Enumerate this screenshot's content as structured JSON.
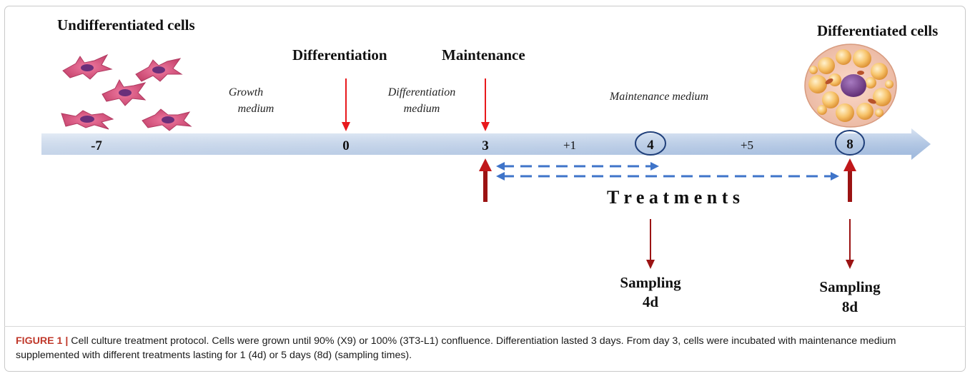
{
  "headings": {
    "undifferentiated": "Undifferentiated cells",
    "differentiation": "Differentiation",
    "maintenance": "Maintenance",
    "differentiated": "Differentiated cells"
  },
  "media": {
    "growth_line1": "Growth",
    "growth_line2": "medium",
    "diff_line1": "Differentiation",
    "diff_line2": "medium",
    "maintenance": "Maintenance medium"
  },
  "timeline": {
    "day_minus7": "-7",
    "day_0": "0",
    "day_3": "3",
    "plus1": "+1",
    "day_4": "4",
    "plus5": "+5",
    "day_8": "8"
  },
  "treatments_label": "T r e a t m e n t s",
  "sampling": {
    "s4_line1": "Sampling",
    "s4_line2": "4d",
    "s8_line1": "Sampling",
    "s8_line2": "8d"
  },
  "caption": {
    "label": "FIGURE 1 |",
    "text": " Cell culture treatment protocol. Cells were grown until 90% (X9) or 100% (3T3-L1) confluence. Differentiation lasted 3 days. From day 3, cells were incubated with maintenance medium supplemented with different treatments lasting for 1 (4d) or 5 days (8d) (sampling times)."
  },
  "colors": {
    "arrow_red": "#e8191c",
    "arrow_dark_red": "#9b1313",
    "dashed_blue": "#3f74c9",
    "timeline_blue": "#c5d6ec",
    "circle_blue": "#1f3f7a",
    "cell_pink": "#d8577f",
    "nucleus_purple": "#6a2f7a",
    "fat_orange": "#f4b04f",
    "caption_label": "#c0392b"
  }
}
